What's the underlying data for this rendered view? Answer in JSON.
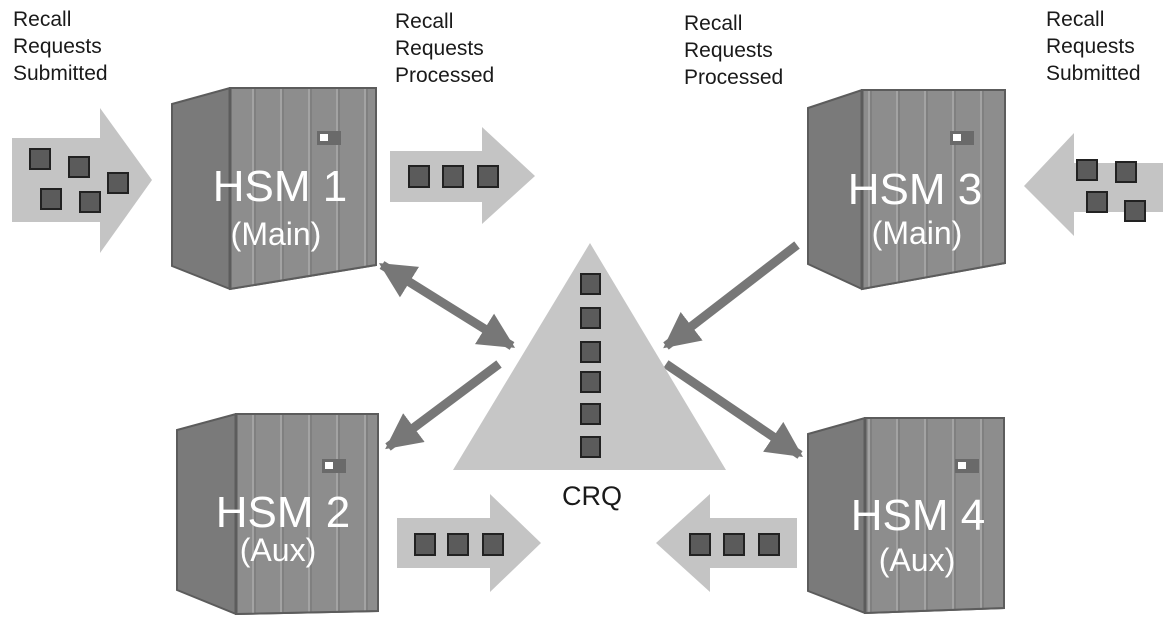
{
  "labels": {
    "top_left": [
      "Recall",
      "Requests",
      "Submitted"
    ],
    "top_left_mid": [
      "Recall",
      "Requests",
      "Processed"
    ],
    "top_right_mid": [
      "Recall",
      "Requests",
      "Processed"
    ],
    "top_right": [
      "Recall",
      "Requests",
      "Submitted"
    ],
    "crq": "CRQ"
  },
  "servers": [
    {
      "id": "hsm1",
      "name": "HSM 1",
      "role": "(Main)"
    },
    {
      "id": "hsm2",
      "name": "HSM 2",
      "role": "(Aux)"
    },
    {
      "id": "hsm3",
      "name": "HSM 3",
      "role": "(Main)"
    },
    {
      "id": "hsm4",
      "name": "HSM 4",
      "role": "(Aux)"
    }
  ],
  "queue": {
    "items": 6
  },
  "colors": {
    "server_front": "#8d8d8d",
    "server_side": "#7a7a7a",
    "server_top": "#a9a9a9",
    "server_outline": "#5c5c5c",
    "arrow_fill": "#c4c4c4",
    "request_box": "#5b5b5b",
    "connector": "#777777",
    "crq_fill": "#c6c6c6"
  }
}
